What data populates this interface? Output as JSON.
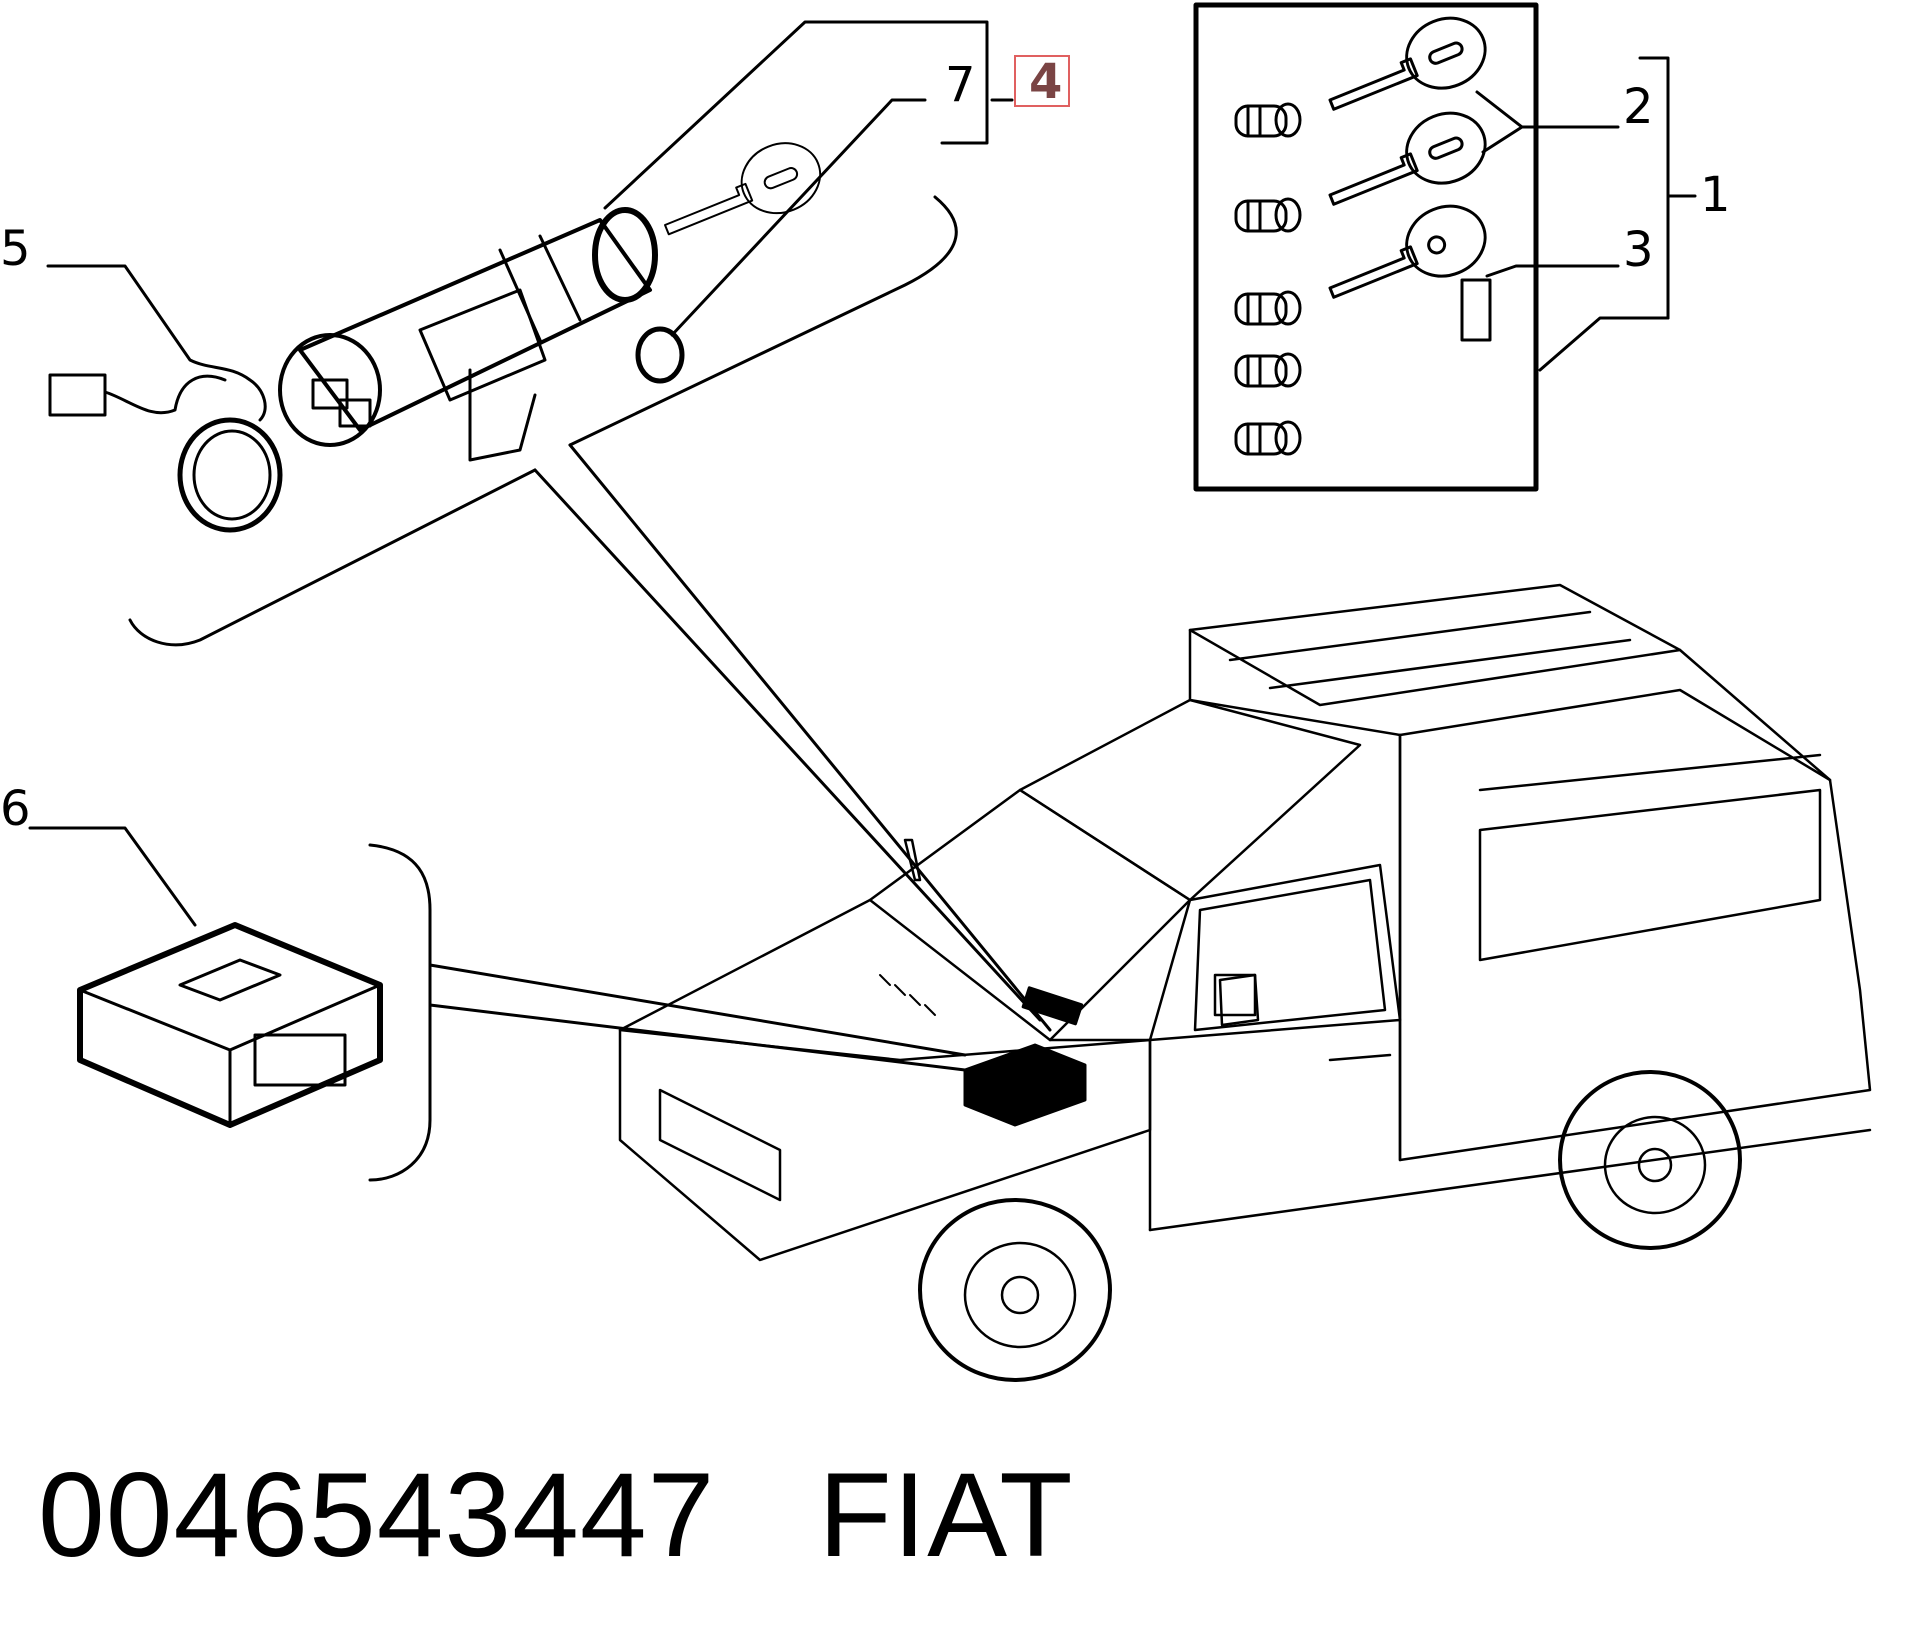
{
  "callouts": {
    "c1": "1",
    "c2": "2",
    "c3": "3",
    "c4": "4",
    "c5": "5",
    "c6": "6",
    "c7": "7"
  },
  "highlight_color": "#e06060",
  "caption": {
    "part_number": "0046543447",
    "brand": "FIAT"
  }
}
